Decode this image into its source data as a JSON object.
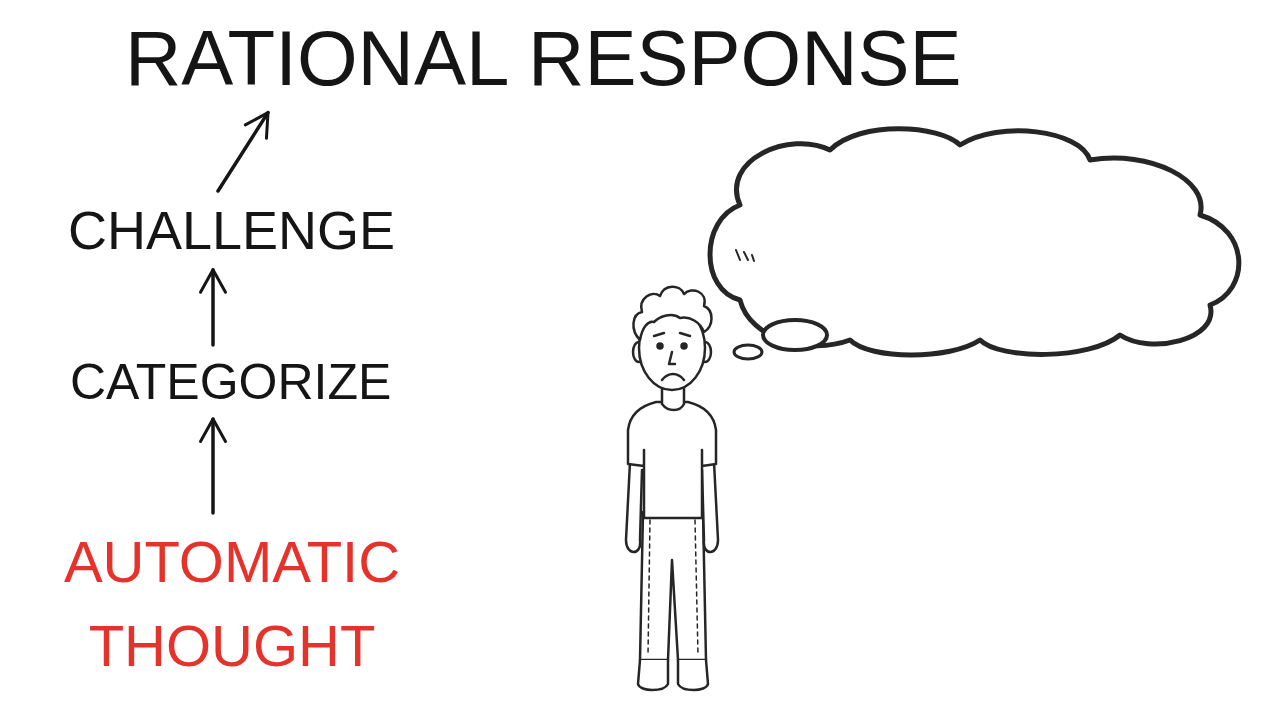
{
  "diagram": {
    "nodes": [
      {
        "text": [
          "RATIONAL RESPONSE"
        ]
      },
      {
        "text": [
          "CHALLENGE"
        ]
      },
      {
        "text": [
          "CATEGORIZE"
        ]
      },
      {
        "text": [
          "AUTOMATIC THOUGHT"
        ]
      }
    ],
    "edges": [
      {
        "from": 3,
        "to": 2,
        "arrow": "to"
      },
      {
        "from": 2,
        "to": 1,
        "arrow": "to"
      },
      {
        "from": 1,
        "to": 0,
        "arrow": "to"
      }
    ]
  }
}
